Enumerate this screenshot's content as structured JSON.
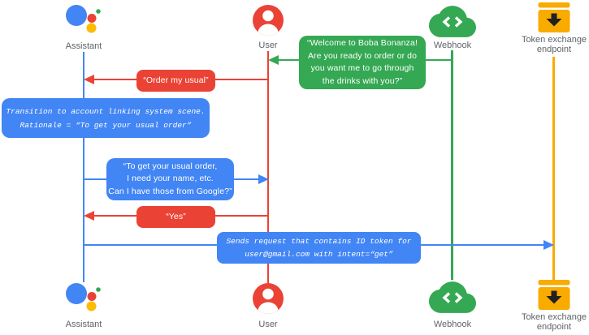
{
  "colors": {
    "blue": "#4285F4",
    "red": "#EA4335",
    "green": "#34A853",
    "yellow": "#F9AB00",
    "label_gray": "#5F6368"
  },
  "actors": {
    "assistant": {
      "label": "Assistant"
    },
    "user": {
      "label": "User"
    },
    "webhook": {
      "label": "Webhook"
    },
    "token_endpoint": {
      "label": "Token exchange\nendpoint"
    }
  },
  "messages": {
    "welcome": {
      "from": "Webhook",
      "to": "User",
      "text": "“Welcome to Boba Bonanza!\nAre you ready to order or do\nyou want me to go through\nthe drinks with you?”"
    },
    "order_usual": {
      "from": "User",
      "to": "Assistant",
      "text": "“Order my usual”"
    },
    "transition_note": {
      "text": "Transition to account linking system scene.\nRationale = “To get your usual order”"
    },
    "ask_google": {
      "from": "Assistant",
      "to": "User",
      "text": "“To get your usual order,\nI need your name, etc.\nCan I have those from Google?”"
    },
    "yes": {
      "from": "User",
      "to": "Assistant",
      "text": "“Yes”"
    },
    "sends_request": {
      "from": "Assistant",
      "to": "Token exchange endpoint",
      "text": "Sends request that contains ID token for\nuser@gmail.com with intent=“get”"
    }
  }
}
